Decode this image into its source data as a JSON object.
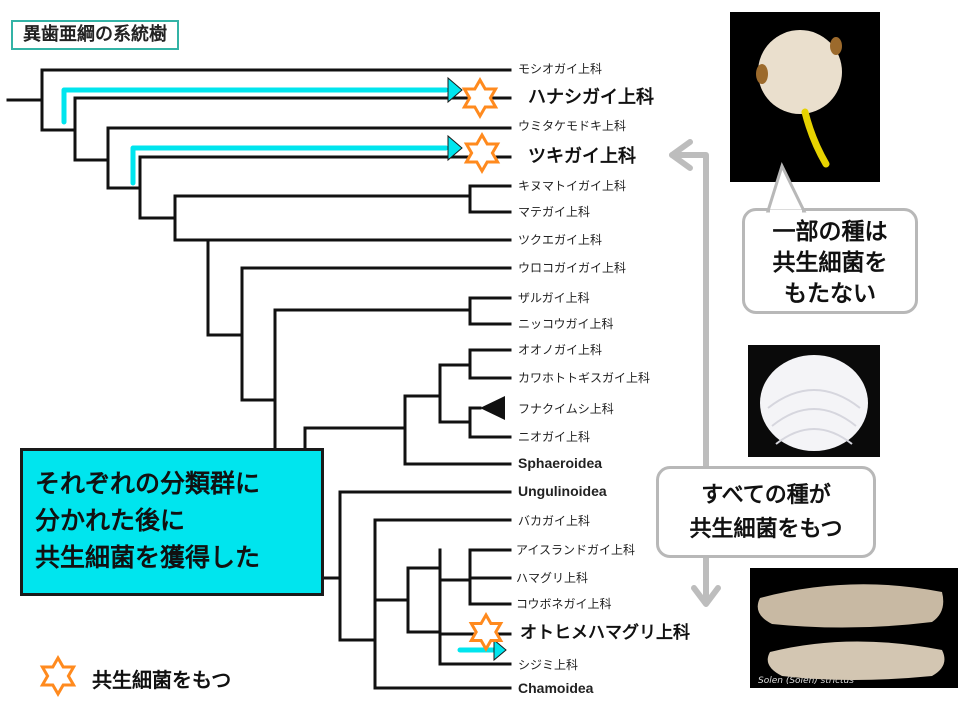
{
  "title": "異歯亜綱の系統樹",
  "leaves": [
    {
      "label": "モシオガイ上科"
    },
    {
      "label": "ハナシガイ上科"
    },
    {
      "label": "ウミタケモドキ上科"
    },
    {
      "label": "ツキガイ上科"
    },
    {
      "label": "キヌマトイガイ上科"
    },
    {
      "label": "マテガイ上科"
    },
    {
      "label": "ツクエガイ上科"
    },
    {
      "label": "ウロコガイガイ上科"
    },
    {
      "label": "ザルガイ上科"
    },
    {
      "label": "ニッコウガイ上科"
    },
    {
      "label": "オオノガイ上科"
    },
    {
      "label": "カワホトトギスガイ上科"
    },
    {
      "label": "フナクイムシ上科"
    },
    {
      "label": "ニオガイ上科"
    },
    {
      "label": "Sphaeroidea"
    },
    {
      "label": "Ungulinoidea"
    },
    {
      "label": "バカガイ上科"
    },
    {
      "label": "アイスランドガイ上科"
    },
    {
      "label": "ハマグリ上科"
    },
    {
      "label": "コウボネガイ上科"
    },
    {
      "label": "オトヒメハマグリ上科"
    },
    {
      "label": "シジミ上科"
    },
    {
      "label": "Chamoidea"
    }
  ],
  "callout_main": {
    "line1": "それぞれの分類群に",
    "line2": "分かれた後に",
    "line3": "共生細菌を獲得した"
  },
  "bubble_some": {
    "line1": "一部の種は",
    "line2": "共生細菌を",
    "line3": "もたない"
  },
  "bubble_all": {
    "line1": "すべての種が",
    "line2": "共生細菌をもつ"
  },
  "legend": {
    "text": "共生細菌をもつ"
  },
  "photo_caption": "Solen (Solen) strictus",
  "colors": {
    "accent_cyan": "#00e5ee",
    "star_orange": "#ff8a1e",
    "tree_line": "#111111",
    "bubble_border": "#b8b8b8",
    "title_border": "#33b3a6"
  }
}
